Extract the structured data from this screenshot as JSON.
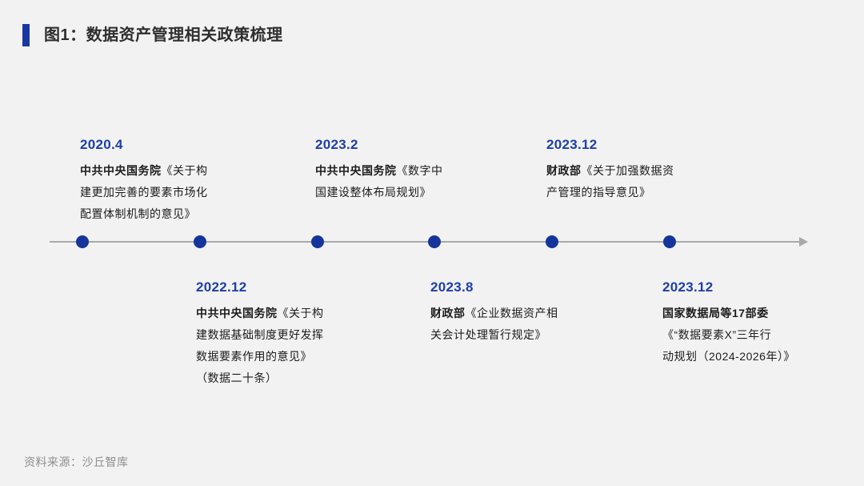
{
  "header": {
    "title": "图1：数据资产管理相关政策梳理"
  },
  "colors": {
    "accent_blue": "#1a38a3",
    "date_blue": "#1e3fa8",
    "dot_blue": "#16349c",
    "axis_gray": "#a9a9a9",
    "background": "#f2f2f3"
  },
  "timeline": {
    "direction": "left-to-right-arrow",
    "entries": [
      {
        "date": "2020.4",
        "position": "above",
        "org": "中共中央国务院",
        "doc_title": "《关于构建更加完善的要素市场化配置体制机制的意见》",
        "lines": [
          "《关于构",
          "建更加完善的要素市场化",
          "配置体制机制的意见》"
        ]
      },
      {
        "date": "2022.12",
        "position": "below",
        "org": "中共中央国务院",
        "doc_title": "《关于构建数据基础制度更好发挥数据要素作用的意见》（数据二十条）",
        "lines": [
          "《关于构",
          "建数据基础制度更好发挥",
          "数据要素作用的意见》",
          "（数据二十条）"
        ]
      },
      {
        "date": "2023.2",
        "position": "above",
        "org": "中共中央国务院",
        "doc_title": "《数字中国建设整体布局规划》",
        "lines": [
          "《数字中",
          "国建设整体布局规划》"
        ]
      },
      {
        "date": "2023.8",
        "position": "below",
        "org": "财政部",
        "doc_title": "《企业数据资产相关会计处理暂行规定》",
        "lines": [
          "《企业数据资产相",
          "关会计处理暂行规定》"
        ]
      },
      {
        "date": "2023.12",
        "position": "above",
        "org": "财政部",
        "doc_title": "《关于加强数据资产管理的指导意见》",
        "lines": [
          "《关于加强数据资",
          "产管理的指导意见》"
        ]
      },
      {
        "date": "2023.12",
        "position": "below",
        "org": "国家数据局等17部委",
        "doc_title": "《“数据要素X”三年行动规划（2024-2026年）》",
        "lines": [
          "《“数据要素X”三年行",
          "动规划（2024-2026年）》"
        ]
      }
    ]
  },
  "footer": {
    "source": "资料来源：沙丘智库"
  }
}
